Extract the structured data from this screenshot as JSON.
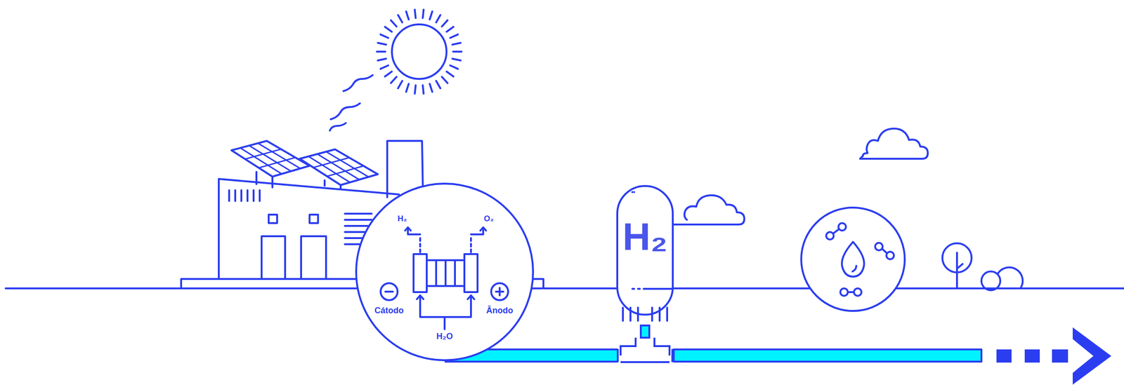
{
  "diagram": {
    "nodes": [
      {
        "text": [
          "H₂",
          "O₂",
          "Cátodo",
          "Ânodo",
          "H₂O"
        ]
      },
      {
        "text": [
          "H₂"
        ]
      }
    ],
    "edges": [
      {
        "from": 0,
        "to": 1,
        "arrow": "none"
      }
    ]
  }
}
